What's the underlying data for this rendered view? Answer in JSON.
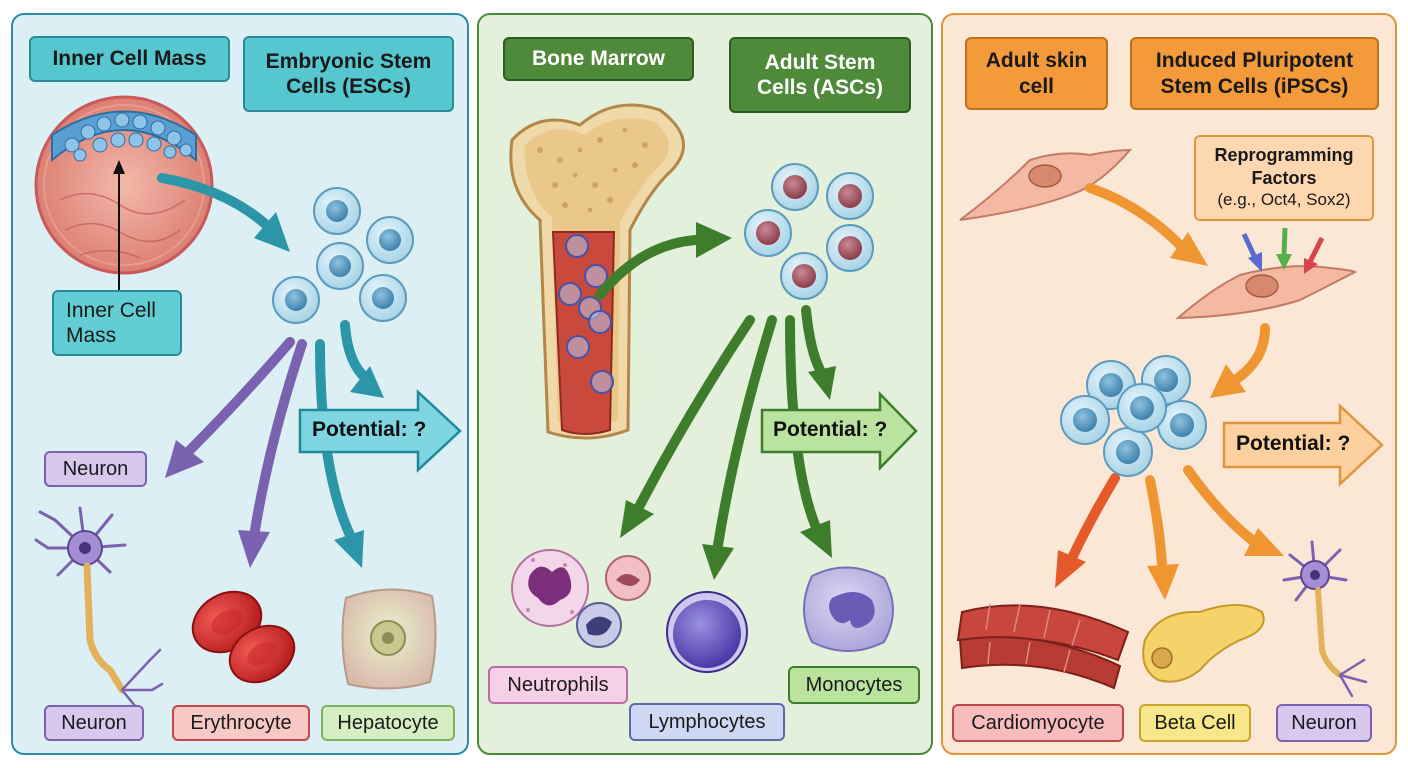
{
  "panels": {
    "esc": {
      "header_left": "Inner Cell Mass",
      "header_right": "Embryonic Stem\nCells (ESCs)",
      "callout": "Inner Cell\nMass",
      "potential": "Potential: ?",
      "outputs": [
        "Neuron",
        "Neuron",
        "Erythrocyte",
        "Hepatocyte"
      ]
    },
    "asc": {
      "header_left": "Bone Marrow",
      "header_right": "Adult Stem\nCells (ASCs)",
      "potential": "Potential: ?",
      "outputs": [
        "Neutrophils",
        "Lymphocytes",
        "Monocytes"
      ]
    },
    "ipsc": {
      "header_left": "Adult skin\ncell",
      "header_right": "Induced Pluripotent\nStem Cells (iPSCs)",
      "factors_title": "Reprogramming\nFactors",
      "factors_example": "(e.g., Oct4, Sox2)",
      "potential": "Potential: ?",
      "outputs": [
        "Cardiomyocyte",
        "Beta Cell",
        "Neuron"
      ]
    }
  },
  "colors": {
    "esc_panel": "#dceff5",
    "esc_border": "#2e8ca8",
    "esc_accent": "#56c7cf",
    "asc_panel": "#e3f1dc",
    "asc_border": "#4c8a3c",
    "asc_accent": "#4f8a3a",
    "ipsc_panel": "#fbe7d6",
    "ipsc_border": "#e0953c",
    "ipsc_accent": "#f39a3b"
  }
}
